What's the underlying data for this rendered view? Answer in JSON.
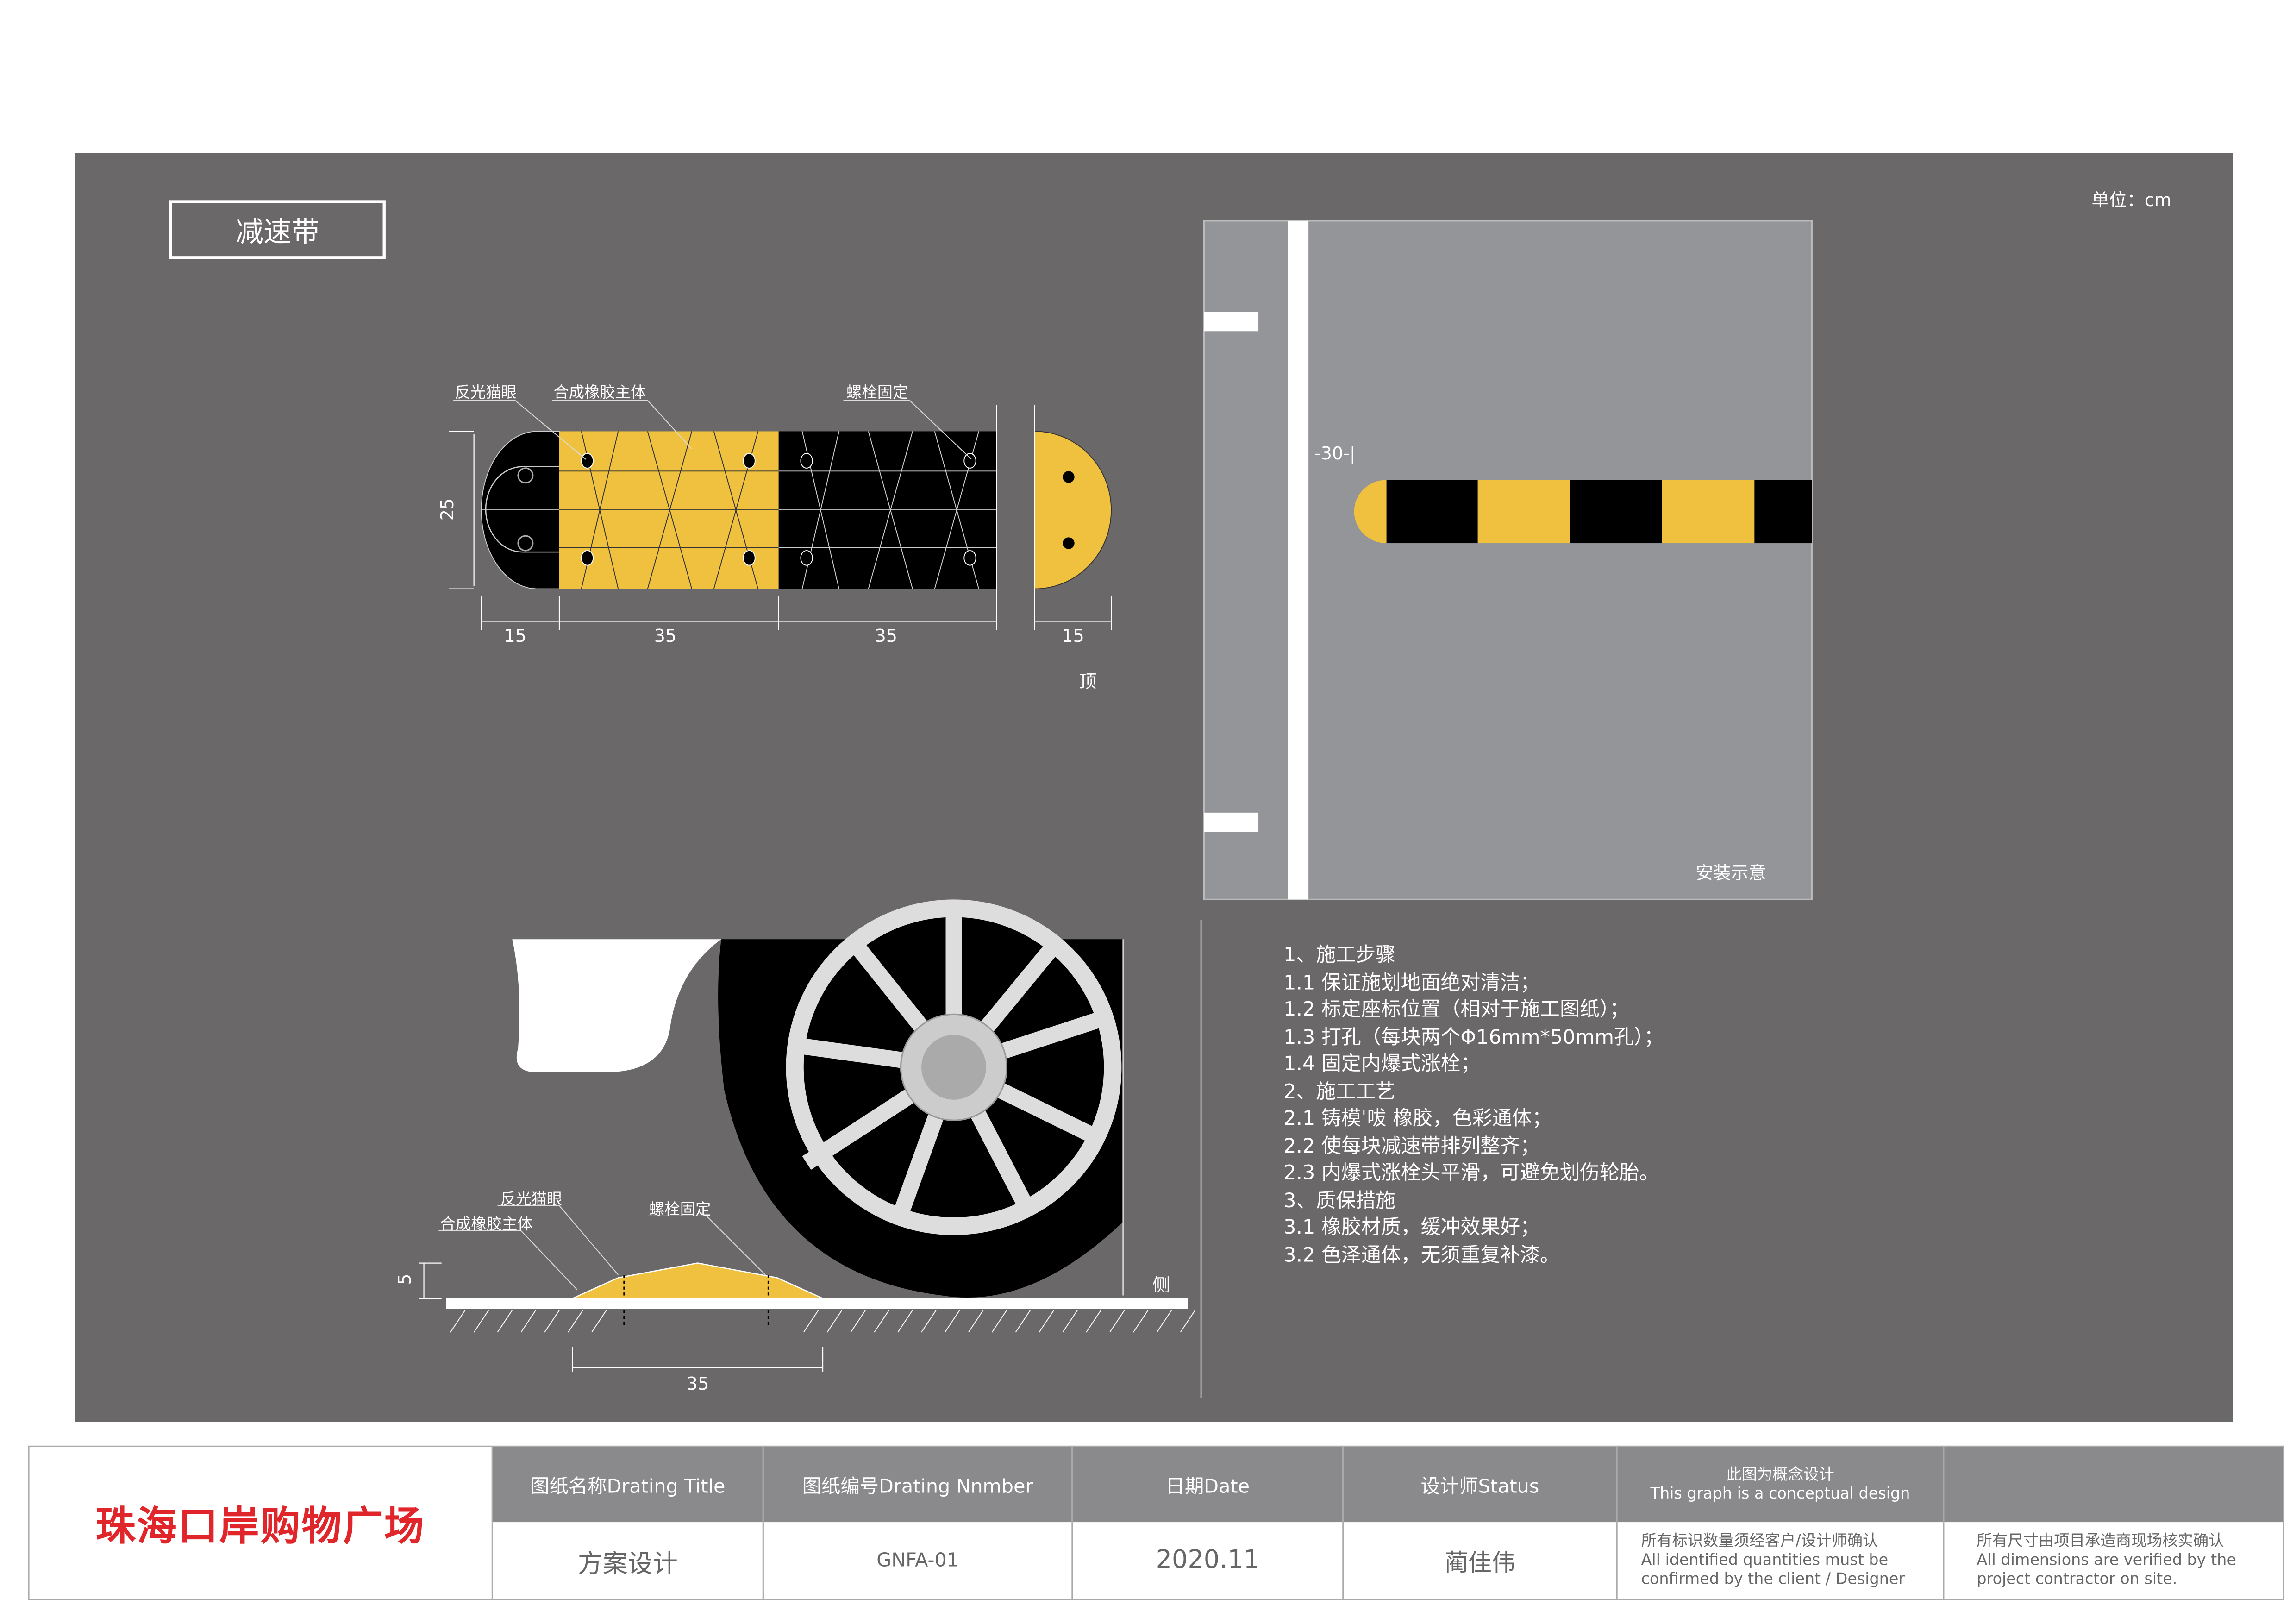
{
  "drawing": {
    "title": "减速带",
    "unit": "单位：cm",
    "top_view": {
      "view_label": "顶",
      "callouts": [
        "反光猫眼",
        "合成橡胶主体",
        "螺栓固定"
      ],
      "dims": {
        "height": "25",
        "cap_left": "15",
        "segment_1": "35",
        "segment_2": "35",
        "cap_right": "15"
      }
    },
    "install_view": {
      "label": "安装示意",
      "spacing": "-30-|"
    },
    "side_view": {
      "view_label": "侧",
      "callouts": [
        "反光猫眼",
        "合成橡胶主体",
        "螺栓固定"
      ],
      "dims": {
        "height": "5",
        "width": "35"
      }
    },
    "notes": [
      "1、施工步骤",
      "1.1 保证施划地面绝对清洁；",
      "1.2 标定座标位置（相对于施工图纸）；",
      "1.3 打孔（每块两个Φ16mm*50mm孔）；",
      "1.4 固定内爆式涨栓；",
      "2、施工工艺",
      "2.1 铸模ˈ㕹  橡胶，色彩通体；",
      "2.2 使每块减速带排列整齐；",
      "2.3 内爆式涨栓头平滑，可避免划伤轮胎。",
      "3、质保措施",
      "3.1 橡胶材质，缓冲效果好；",
      "3.2 色泽通体，无须重复补漆。"
    ]
  },
  "title_block": {
    "project": "珠海口岸购物广场",
    "headers": [
      "图纸名称Drating Title",
      "图纸编号Drating Nnmber",
      "日期Date",
      "设计师Status"
    ],
    "values": [
      "方案设计",
      "GNFA-01",
      "2020.11",
      "蔺佳伟"
    ],
    "concept_cn": "此图为概念设计",
    "concept_en": "This graph is a conceptual design",
    "note1_cn": "所有标识数量须经客户/设计师确认",
    "note1_en": "All identified quantities must be confirmed by the client / Designer",
    "note2_cn": "所有尺寸由项目承造商现场核实确认",
    "note2_en": "All dimensions are verified by the project contractor on site."
  },
  "colors": {
    "panel": "#6b6869",
    "yellow": "#f0c13e",
    "road": "#939598",
    "brand": "#e0262b"
  }
}
